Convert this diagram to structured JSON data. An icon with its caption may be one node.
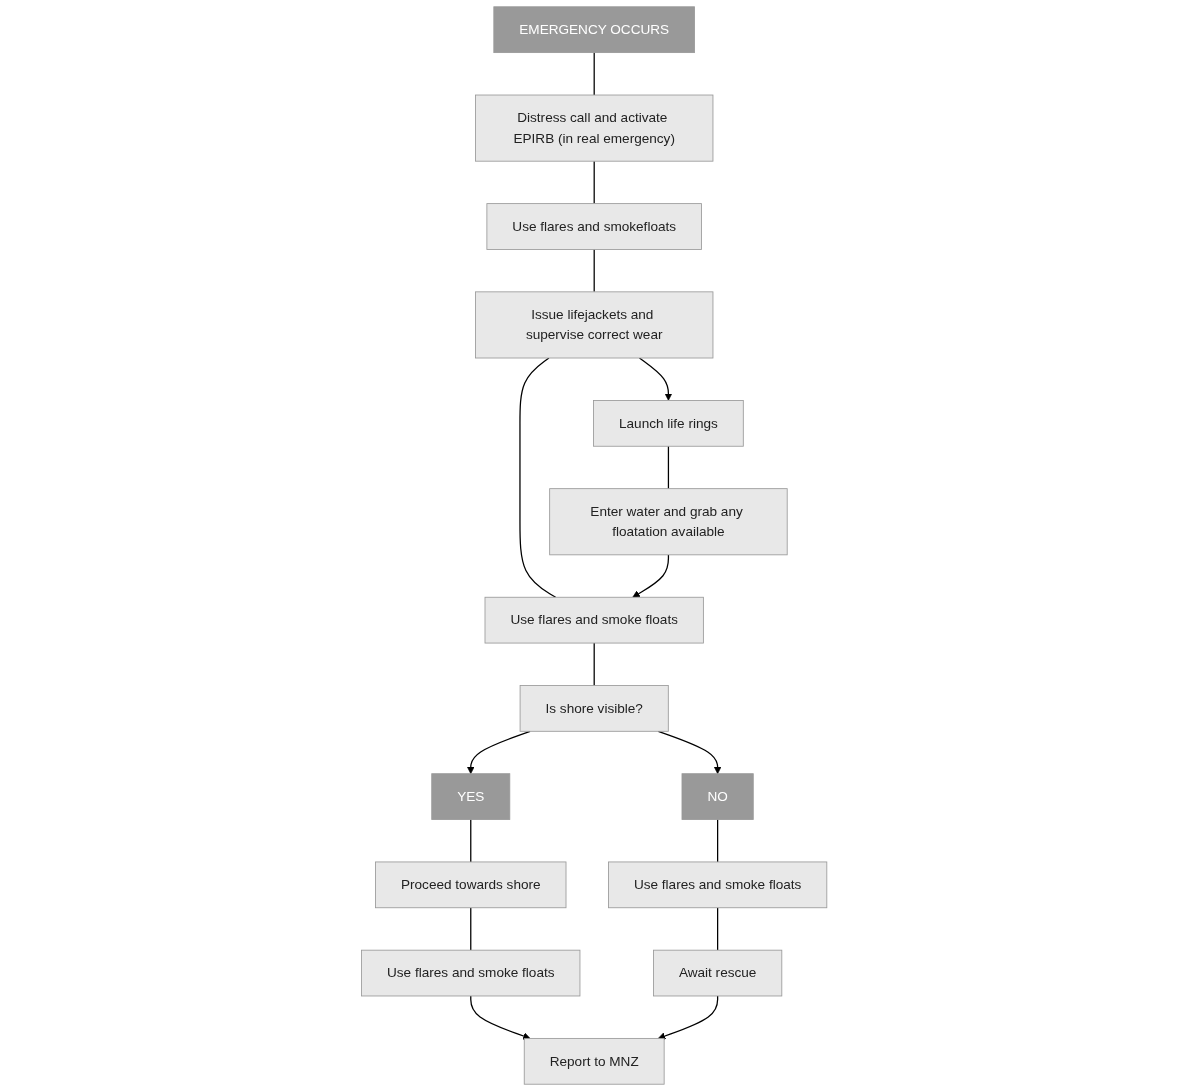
{
  "diagram": {
    "nodes": [
      {
        "text": [
          "EMERGENCY OCCURS"
        ]
      },
      {
        "text": [
          "Distress call and activate EPIRB (in real emergency)"
        ]
      },
      {
        "text": [
          "Use flares and smokefloats"
        ]
      },
      {
        "text": [
          "Issue lifejackets and supervise correct wear"
        ]
      },
      {
        "text": [
          "Launch life rings"
        ]
      },
      {
        "text": [
          "Enter water and grab any floatation available"
        ]
      },
      {
        "text": [
          "Use flares and smoke floats"
        ]
      },
      {
        "text": [
          "YES"
        ]
      },
      {
        "text": [
          "Is shore visible?"
        ]
      },
      {
        "text": [
          "NO"
        ]
      },
      {
        "text": [
          "Proceed towards shore"
        ]
      },
      {
        "text": [
          "Use flares and smoke floats"
        ]
      },
      {
        "text": [
          "Use flares and smoke floats"
        ]
      },
      {
        "text": [
          "Report to MNZ"
        ]
      },
      {
        "text": [
          "Await rescue"
        ]
      }
    ],
    "edges": [
      {
        "from": 0,
        "to": 1,
        "arrow": "none"
      },
      {
        "from": 1,
        "to": 2,
        "arrow": "none"
      },
      {
        "from": 2,
        "to": 3,
        "arrow": "none"
      },
      {
        "from": 3,
        "to": 4,
        "arrow": "to"
      },
      {
        "from": 4,
        "to": 5,
        "arrow": "none"
      },
      {
        "from": 3,
        "to": 6,
        "arrow": "none"
      },
      {
        "from": 5,
        "to": 6,
        "arrow": "to"
      },
      {
        "from": 6,
        "to": 8,
        "arrow": "none"
      },
      {
        "from": 8,
        "to": 7,
        "arrow": "to"
      },
      {
        "from": 8,
        "to": 9,
        "arrow": "to"
      },
      {
        "from": 7,
        "to": 10,
        "arrow": "none"
      },
      {
        "from": 9,
        "to": 11,
        "arrow": "none"
      },
      {
        "from": 10,
        "to": 12,
        "arrow": "none"
      },
      {
        "from": 11,
        "to": 14,
        "arrow": "none"
      },
      {
        "from": 12,
        "to": 13,
        "arrow": "to"
      },
      {
        "from": 14,
        "to": 13,
        "arrow": "to"
      }
    ]
  }
}
